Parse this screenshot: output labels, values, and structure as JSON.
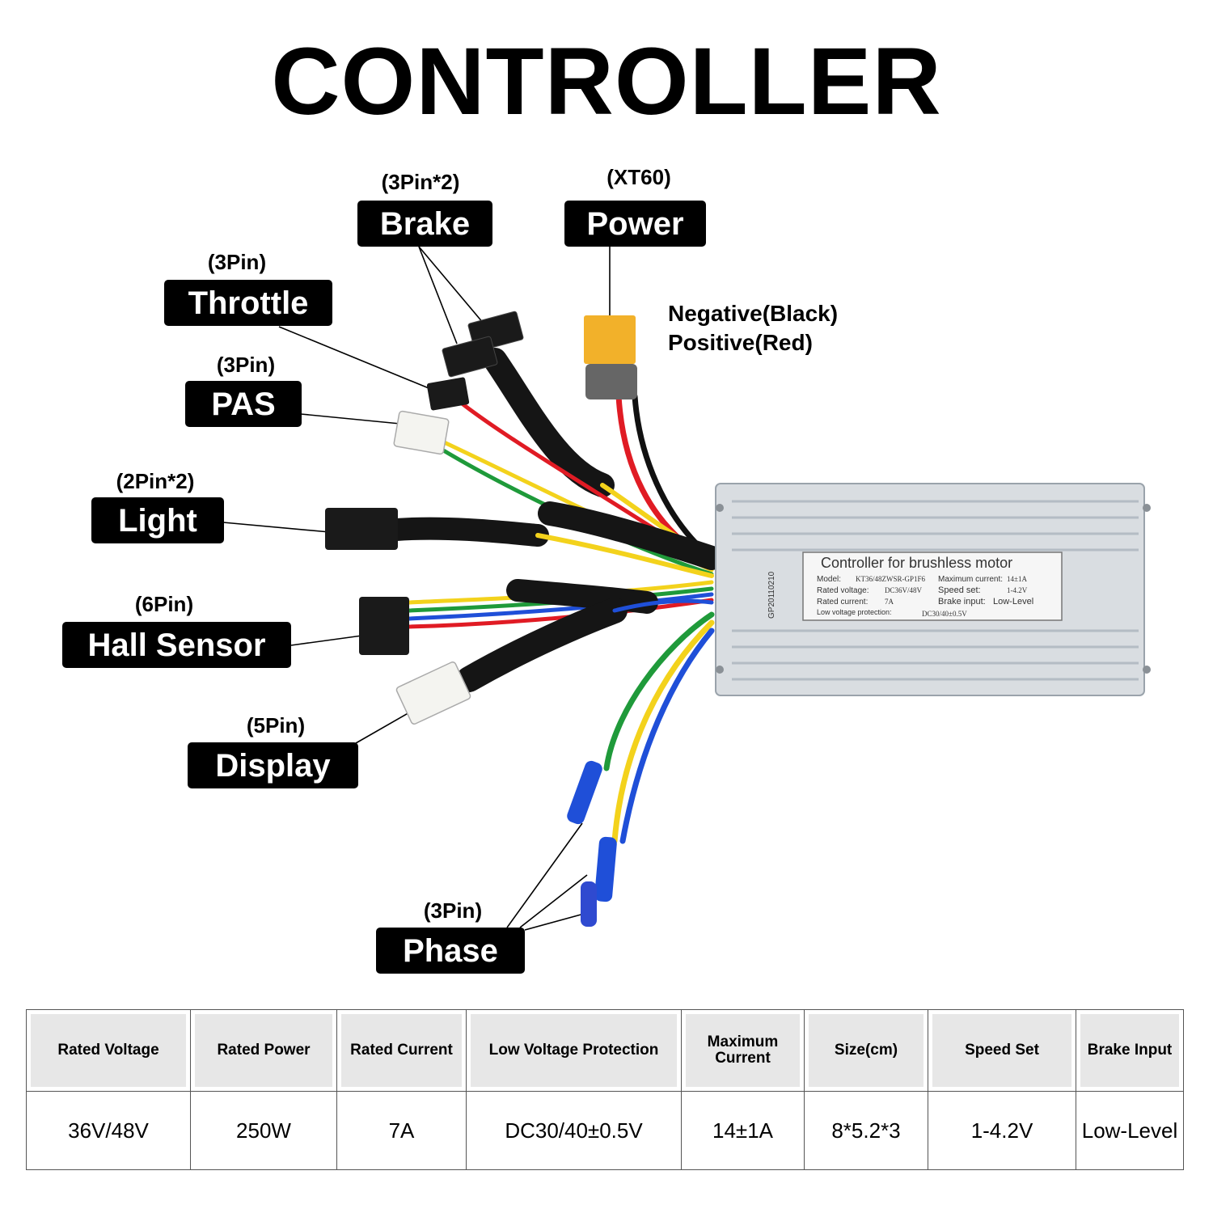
{
  "title": "CONTROLLER",
  "connectors": {
    "brake": {
      "name": "Brake",
      "pins": "(3Pin*2)"
    },
    "power": {
      "name": "Power",
      "pins": "(XT60)"
    },
    "throttle": {
      "name": "Throttle",
      "pins": "(3Pin)"
    },
    "pas": {
      "name": "PAS",
      "pins": "(3Pin)"
    },
    "light": {
      "name": "Light",
      "pins": "(2Pin*2)"
    },
    "hall": {
      "name": "Hall Sensor",
      "pins": "(6Pin)"
    },
    "display": {
      "name": "Display",
      "pins": "(5Pin)"
    },
    "phase": {
      "name": "Phase",
      "pins": "(3Pin)"
    }
  },
  "power_polarity": [
    "Negative(Black)",
    "Positive(Red)"
  ],
  "controller_box": {
    "heading": "Controller for brushless motor",
    "serial": "GP20110210",
    "model_label": "Model:",
    "model_value": "KT36/48ZWSR-GP1F6",
    "rated_voltage_label": "Rated voltage:",
    "rated_voltage_value": "DC36V/48V",
    "rated_current_label": "Rated current:",
    "rated_current_value": "7A",
    "low_voltage_label": "Low voltage protection:",
    "low_voltage_value": "DC30/40±0.5V",
    "max_current_label": "Maximum current:",
    "max_current_value": "14±1A",
    "speed_set_label": "Speed set:",
    "speed_set_value": "1-4.2V",
    "brake_input_label": "Brake input:",
    "brake_input_value": "Low-Level"
  },
  "colors": {
    "label_bg": "#000000",
    "label_text": "#ffffff",
    "case": "#d9dde1",
    "xt60": "#f2b12a",
    "wire_red": "#e01b24",
    "wire_yellow": "#f3d21c",
    "wire_green": "#1f9a3a",
    "wire_blue": "#1f4fd8"
  },
  "specs": {
    "headers": [
      "Rated Voltage",
      "Rated Power",
      "Rated Current",
      "Low Voltage Protection",
      "Maximum Current",
      "Size(cm)",
      "Speed Set",
      "Brake Input"
    ],
    "values": [
      "36V/48V",
      "250W",
      "7A",
      "DC30/40±0.5V",
      "14±1A",
      "8*5.2*3",
      "1-4.2V",
      "Low-Level"
    ]
  }
}
